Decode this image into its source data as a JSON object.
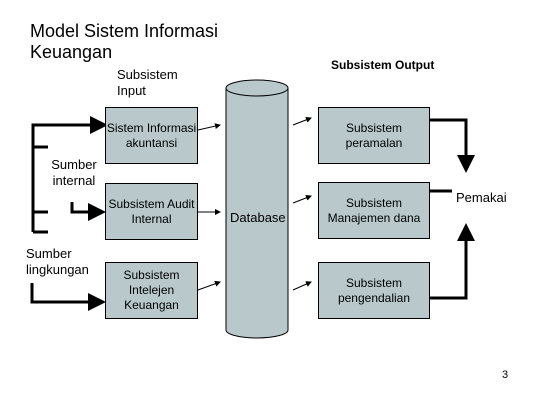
{
  "title": "Model Sistem Informasi Keuangan",
  "labels": {
    "subsistem_input": "Subsistem Input",
    "subsistem_output": "Subsistem Output",
    "sumber_internal": "Sumber internal",
    "sumber_lingkungan": "Sumber lingkungan",
    "database": "Database",
    "pemakai": "Pemakai"
  },
  "input_boxes": [
    "Sistem Informasi akuntansi",
    "Subsistem Audit Internal",
    "Subsistem Intelejen Keuangan"
  ],
  "output_boxes": [
    "Subsistem peramalan",
    "Subsistem Manajemen dana",
    "Subsistem pengendalian"
  ],
  "page_number": "3",
  "colors": {
    "box_fill": "#b8c8cb",
    "cylinder_fill": "#b8c8cb",
    "line": "#000000"
  }
}
